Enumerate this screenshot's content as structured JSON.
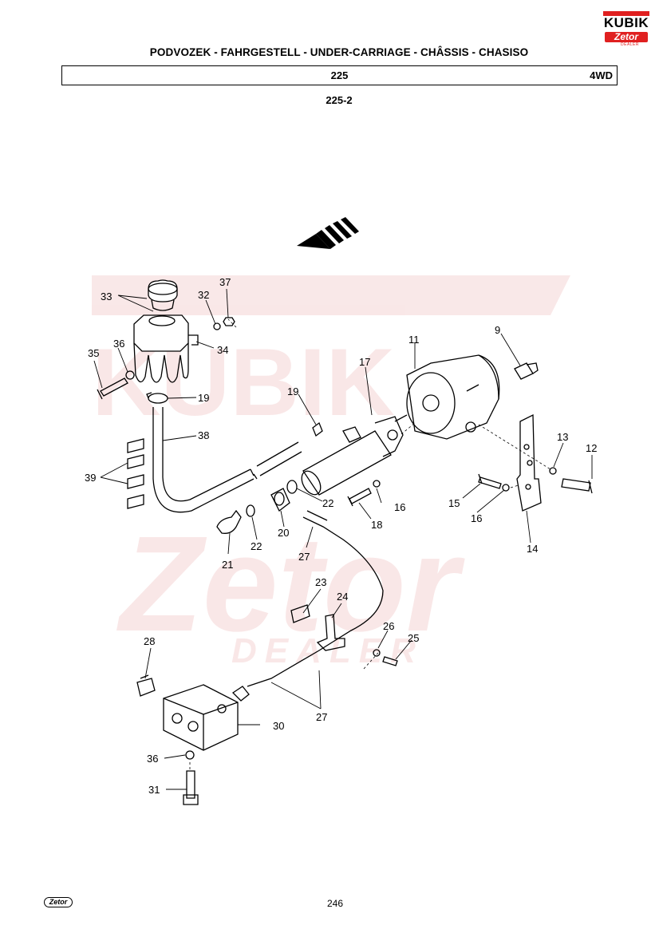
{
  "header": {
    "title": "PODVOZEK - FAHRGESTELL - UNDER-CARRIAGE - CHÂSSIS - CHASISO",
    "group_code": "225",
    "variant": "4WD",
    "sub_code": "225-2"
  },
  "logo": {
    "brand": "KUBIK",
    "subbrand": "Zetor",
    "tag": "DEALER"
  },
  "watermark": {
    "brand": "KUBIK",
    "subbrand": "Zetor",
    "tag": "DEALER"
  },
  "footer": {
    "logo": "Zetor",
    "page_number": "246"
  },
  "callouts": {
    "c9": "9",
    "c11": "11",
    "c12": "12",
    "c13": "13",
    "c14": "14",
    "c15": "15",
    "c16a": "16",
    "c16b": "16",
    "c17": "17",
    "c18": "18",
    "c19a": "19",
    "c19b": "19",
    "c20": "20",
    "c21": "21",
    "c22a": "22",
    "c22b": "22",
    "c23": "23",
    "c24": "24",
    "c25": "25",
    "c26": "26",
    "c27a": "27",
    "c27b": "27",
    "c28": "28",
    "c30": "30",
    "c31": "31",
    "c32": "32",
    "c33": "33",
    "c34": "34",
    "c35": "35",
    "c36a": "36",
    "c36b": "36",
    "c37": "37",
    "c38": "38",
    "c39": "39"
  }
}
